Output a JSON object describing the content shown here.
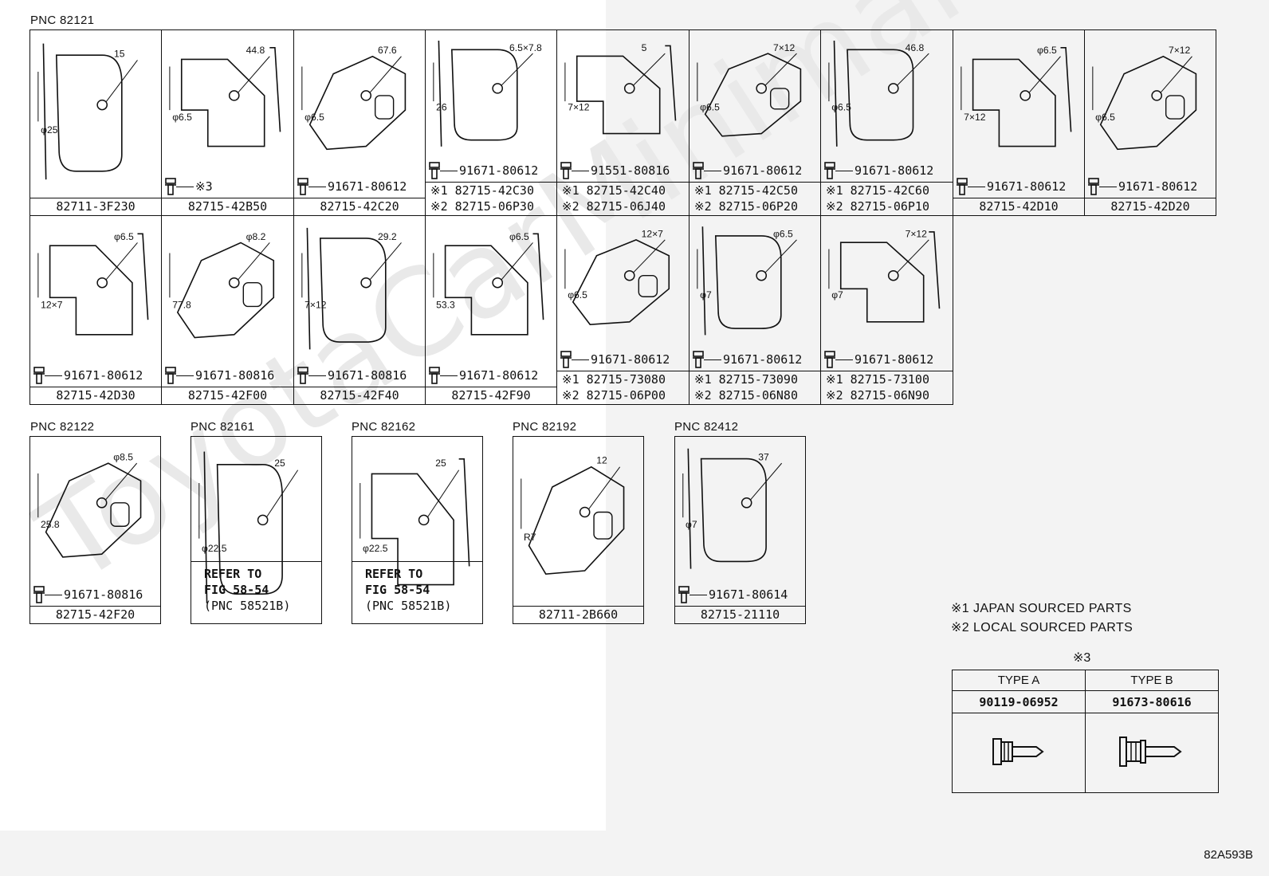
{
  "pnc_labels": {
    "a": "PNC 82121",
    "b": "PNC 82122",
    "c": "PNC 82161",
    "d": "PNC 82162",
    "e": "PNC 82192",
    "f": "PNC 82412"
  },
  "row1": [
    {
      "lines": [
        "82711-3F230"
      ]
    },
    {
      "lines": [
        "82715-42B50"
      ],
      "bolt": "※3"
    },
    {
      "lines": [
        "82715-42C20"
      ],
      "bolt": "91671-80612"
    },
    {
      "lines": [
        "※1 82715-42C30",
        "※2 82715-06P30"
      ],
      "bolt": "91671-80612"
    },
    {
      "lines": [
        "※1 82715-42C40",
        "※2 82715-06J40"
      ],
      "bolt": "91551-80816"
    },
    {
      "lines": [
        "※1 82715-42C50",
        "※2 82715-06P20"
      ],
      "bolt": "91671-80612"
    },
    {
      "lines": [
        "※1 82715-42C60",
        "※2 82715-06P10"
      ],
      "bolt": "91671-80612"
    },
    {
      "lines": [
        "82715-42D10"
      ],
      "bolt": "91671-80612"
    },
    {
      "lines": [
        "82715-42D20"
      ],
      "bolt": "91671-80612"
    }
  ],
  "row2": [
    {
      "lines": [
        "82715-42D30"
      ],
      "bolt": "91671-80612"
    },
    {
      "lines": [
        "82715-42F00"
      ],
      "bolt": "91671-80816"
    },
    {
      "lines": [
        "82715-42F40"
      ],
      "bolt": "91671-80816"
    },
    {
      "lines": [
        "82715-42F90"
      ],
      "bolt": "91671-80612"
    },
    {
      "lines": [
        "※1 82715-73080",
        "※2 82715-06P00"
      ],
      "bolt": "91671-80612"
    },
    {
      "lines": [
        "※1 82715-73090",
        "※2 82715-06N80"
      ],
      "bolt": "91671-80612"
    },
    {
      "lines": [
        "※1 82715-73100",
        "※2 82715-06N90"
      ],
      "bolt": "91671-80612"
    }
  ],
  "row3": [
    {
      "lines": [
        "82715-42F20"
      ],
      "bolt": "91671-80816"
    },
    {
      "refer": [
        "REFER TO",
        "FIG 58-54",
        "(PNC 58521B)"
      ]
    },
    {
      "refer": [
        "REFER TO",
        "FIG 58-54",
        "(PNC 58521B)"
      ]
    },
    {
      "lines": [
        "82711-2B660"
      ]
    },
    {
      "lines": [
        "82715-21110"
      ],
      "bolt": "91671-80614"
    }
  ],
  "dims": {
    "r1c1": [
      "15",
      "φ25"
    ],
    "r1c2": [
      "44.8",
      "φ6.5"
    ],
    "r1c3": [
      "67.6",
      "φ6.5"
    ],
    "r1c4": [
      "6.5×7.8",
      "26"
    ],
    "r1c5": [
      "5",
      "7×12"
    ],
    "r1c6": [
      "7×12",
      "φ6.5"
    ],
    "r1c7": [
      "46.8",
      "φ6.5"
    ],
    "r1c8": [
      "φ6.5",
      "7×12"
    ],
    "r1c9": [
      "7×12",
      "φ6.5"
    ],
    "r2c1": [
      "φ6.5",
      "12×7"
    ],
    "r2c2": [
      "φ8.2",
      "77.8"
    ],
    "r2c3": [
      "29.2",
      "7×12"
    ],
    "r2c4": [
      "φ6.5",
      "53.3"
    ],
    "r2c5": [
      "12×7",
      "φ6.5"
    ],
    "r2c6": [
      "φ6.5",
      "φ7"
    ],
    "r2c7": [
      "7×12",
      "φ7"
    ],
    "r3c1": [
      "φ8.5",
      "25.8"
    ],
    "r3c2": [
      "25",
      "φ22.5"
    ],
    "r3c3": [
      "25",
      "φ22.5"
    ],
    "r3c4": [
      "12",
      "R7"
    ],
    "r3c5": [
      "37",
      "φ7"
    ]
  },
  "legend": {
    "line1": "※1 JAPAN SOURCED PARTS",
    "line2": "※2 LOCAL SOURCED PARTS",
    "note": "※3"
  },
  "types": {
    "a_label": "TYPE A",
    "b_label": "TYPE B",
    "a_pn": "90119-06952",
    "b_pn": "91673-80616"
  },
  "watermark": "ToyotaCarMinimal.ru",
  "drawing_code": "82A593B"
}
